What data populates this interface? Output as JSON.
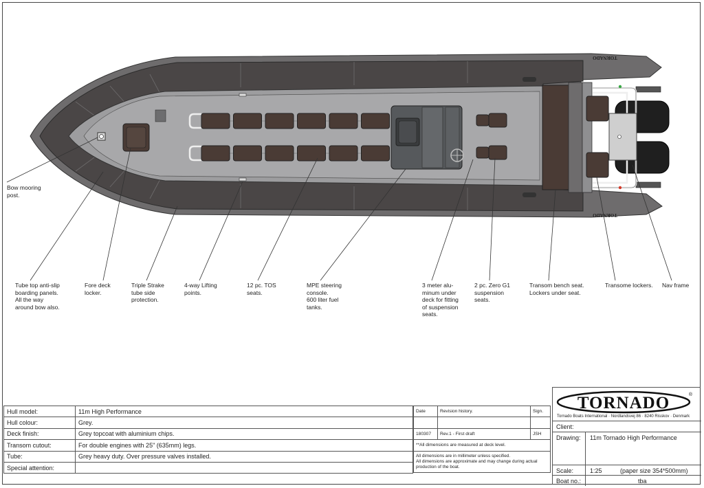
{
  "callouts": [
    {
      "id": "bow-mooring-post",
      "lines": [
        "Bow mooring",
        "post."
      ]
    },
    {
      "id": "tube-top-anti-slip",
      "lines": [
        "Tube top anti-slip",
        "boarding panels.",
        "All the way",
        "around bow also."
      ]
    },
    {
      "id": "fore-deck-locker",
      "lines": [
        "Fore deck",
        "locker."
      ]
    },
    {
      "id": "triple-strake",
      "lines": [
        "Triple Strake",
        "tube side",
        "protection."
      ]
    },
    {
      "id": "lifting-points",
      "lines": [
        "4-way Lifting",
        "points."
      ]
    },
    {
      "id": "tos-seats",
      "lines": [
        "12 pc. TOS",
        "seats."
      ]
    },
    {
      "id": "mpe-steering-console",
      "lines": [
        "MPE steering",
        "console.",
        "600 liter fuel",
        "tanks."
      ]
    },
    {
      "id": "aluminum-under-deck",
      "lines": [
        "3 meter alu-",
        "minum under",
        "deck for fitting",
        "of suspension",
        "seats."
      ]
    },
    {
      "id": "zero-g1-seats",
      "lines": [
        "2 pc. Zero G1",
        "suspension",
        "seats."
      ]
    },
    {
      "id": "transom-bench-seat",
      "lines": [
        "Transom bench seat.",
        "Lockers under seat."
      ]
    },
    {
      "id": "transome-lockers",
      "lines": [
        "Transome lockers."
      ]
    },
    {
      "id": "nav-frame",
      "lines": [
        "Nav frame"
      ]
    }
  ],
  "hull_text": {
    "top": "TORNADO",
    "bottom": "TORNADO"
  },
  "specs": [
    {
      "label": "Hull model:",
      "value": "11m High Performance"
    },
    {
      "label": "Hull colour:",
      "value": "Grey."
    },
    {
      "label": "Deck finish:",
      "value": "Grey topcoat with aluminium chips."
    },
    {
      "label": "Transom cutout:",
      "value": "For double engines with 25\" (635mm) legs."
    },
    {
      "label": "Tube:",
      "value": "Grey heavy duty. Over pressure valves installed."
    },
    {
      "label": "Special attention:",
      "value": ""
    }
  ],
  "revision": {
    "date_header": "Date",
    "history_header": "Revision history.",
    "sign_header": "Sign.",
    "entry_date": "180307",
    "entry_text": "Rev.1 - First draft",
    "entry_sign": "JSH",
    "note_deck": "**All dimensions are measured at deck level.",
    "note_units": "All dimensions are in millimeter unless specified.",
    "note_approx": "All dimensions are approximate and may change during actual production of the boat."
  },
  "title_block": {
    "logo": "TORNADO",
    "registered": "®",
    "company": "Tornado Boats International · Nordlandsvej 86 · 8240 Risskov · Denmark",
    "client_label": "Client:",
    "client_value": "",
    "drawing_label": "Drawing:",
    "drawing_value": "11m Tornado High Performance",
    "scale_label": "Scale:",
    "scale_value": "1:25",
    "paper_size": "(paper size 354*500mm)",
    "boat_no_label": "Boat no.:",
    "boat_no_value": "tba"
  },
  "colors": {
    "tube": "#4a4646",
    "tube_outer": "#6e6c6d",
    "deck": "#9d9d9f",
    "seat": "#4a3b35",
    "console": "#56595c",
    "line": "#333333"
  }
}
